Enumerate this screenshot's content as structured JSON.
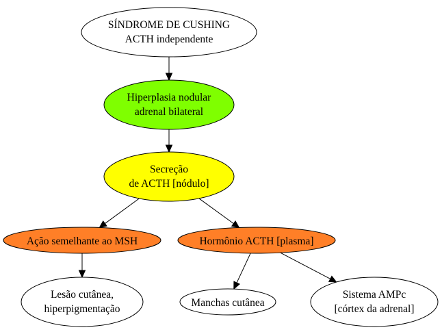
{
  "colors": {
    "white": "#ffffff",
    "green": "#7fff00",
    "yellow": "#ffff00",
    "orange": "#ff7f27"
  },
  "nodes": {
    "cushing": {
      "lines": [
        "SÍNDROME DE CUSHING",
        "ACTH independente"
      ],
      "fill": "#ffffff"
    },
    "hiperplasia": {
      "lines": [
        "Hiperplasia nodular",
        "adrenal bilateral"
      ],
      "fill": "#7fff00"
    },
    "secrecao": {
      "lines": [
        "Secreção",
        "de ACTH [nódulo]"
      ],
      "fill": "#ffff00"
    },
    "msh": {
      "lines": [
        "Ação semelhante ao MSH"
      ],
      "fill": "#ff7f27"
    },
    "hormonio": {
      "lines": [
        "Hormônio ACTH [plasma]"
      ],
      "fill": "#ff7f27"
    },
    "lesao": {
      "lines": [
        "Lesão cutânea,",
        "hiperpigmentação"
      ],
      "fill": "#ffffff"
    },
    "manchas": {
      "lines": [
        "Manchas cutânea"
      ],
      "fill": "#ffffff"
    },
    "ampc": {
      "lines": [
        "Sistema AMPc",
        "[córtex da adrenal]"
      ],
      "fill": "#ffffff"
    }
  },
  "edges": [
    {
      "from": "cushing",
      "to": "hiperplasia"
    },
    {
      "from": "hiperplasia",
      "to": "secrecao"
    },
    {
      "from": "secrecao",
      "to": "msh"
    },
    {
      "from": "secrecao",
      "to": "hormonio"
    },
    {
      "from": "msh",
      "to": "lesao"
    },
    {
      "from": "hormonio",
      "to": "manchas"
    },
    {
      "from": "hormonio",
      "to": "ampc"
    }
  ]
}
